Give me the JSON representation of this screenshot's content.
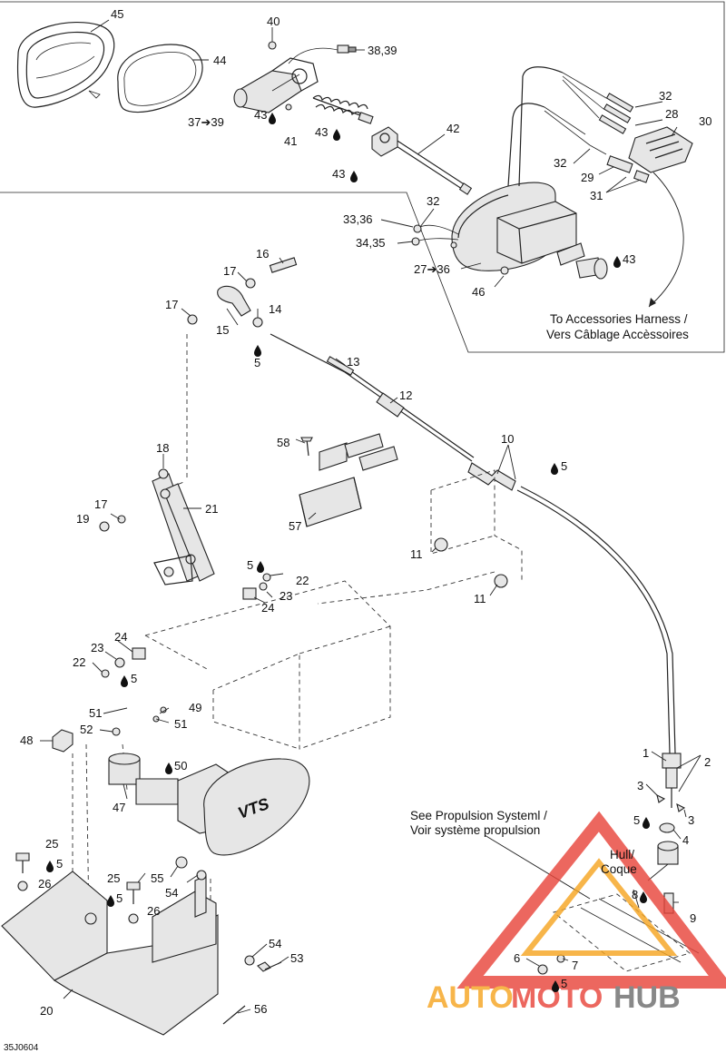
{
  "diagram": {
    "code": "35J0604",
    "notes": {
      "accessories_line1": "To Accessories Harness /",
      "accessories_line2": "Vers Câblage Accèssoires",
      "propulsion_line1": "See Propulsion Systeml /",
      "propulsion_line2": "Voir système propulsion",
      "hull_line1": "Hull/",
      "hull_line2": "Coque"
    },
    "emblem_text": "VTS",
    "labels": {
      "l45": "45",
      "l44": "44",
      "l40": "40",
      "l3839": "38,39",
      "l3739": "37➔39",
      "l43a": "43",
      "l41": "41",
      "l43b": "43",
      "l42": "42",
      "l43c": "43",
      "l32a": "32",
      "l28": "28",
      "l30": "30",
      "l32b": "32",
      "l29": "29",
      "l31": "31",
      "l32c": "32",
      "l3336": "33,36",
      "l3435": "34,35",
      "l2736": "27➔36",
      "l43d": "43",
      "l46": "46",
      "l16": "16",
      "l17a": "17",
      "l17b": "17",
      "l15": "15",
      "l14": "14",
      "l5a": "5",
      "l13": "13",
      "l12": "12",
      "l10": "10",
      "l5b": "5",
      "l58": "58",
      "l18": "18",
      "l17c": "17",
      "l19": "19",
      "l21": "21",
      "l57": "57",
      "l11a": "11",
      "l11b": "11",
      "l5c": "5",
      "l22a": "22",
      "l23a": "23",
      "l24a": "24",
      "l24b": "24",
      "l23b": "23",
      "l22b": "22",
      "l5d": "5",
      "l51a": "51",
      "l49": "49",
      "l52": "52",
      "l51b": "51",
      "l48": "48",
      "l50": "50",
      "l47": "47",
      "l1": "1",
      "l2": "2",
      "l3a": "3",
      "l3b": "3",
      "l5e": "5",
      "l4": "4",
      "l25a": "25",
      "l5f": "5",
      "l26a": "26",
      "l25b": "25",
      "l5g": "5",
      "l26b": "26",
      "l55": "55",
      "l54a": "54",
      "l8": "8",
      "l9": "9",
      "l54b": "54",
      "l53": "53",
      "l6": "6",
      "l7": "7",
      "l5h": "5",
      "l20": "20",
      "l56": "56"
    }
  },
  "watermark": {
    "part1": "AUTO",
    "part2": "MOTO",
    "part3": "HUB",
    "color_orange": "#f6a623",
    "color_red": "#e8463c",
    "color_gray": "#6f6f6f"
  }
}
